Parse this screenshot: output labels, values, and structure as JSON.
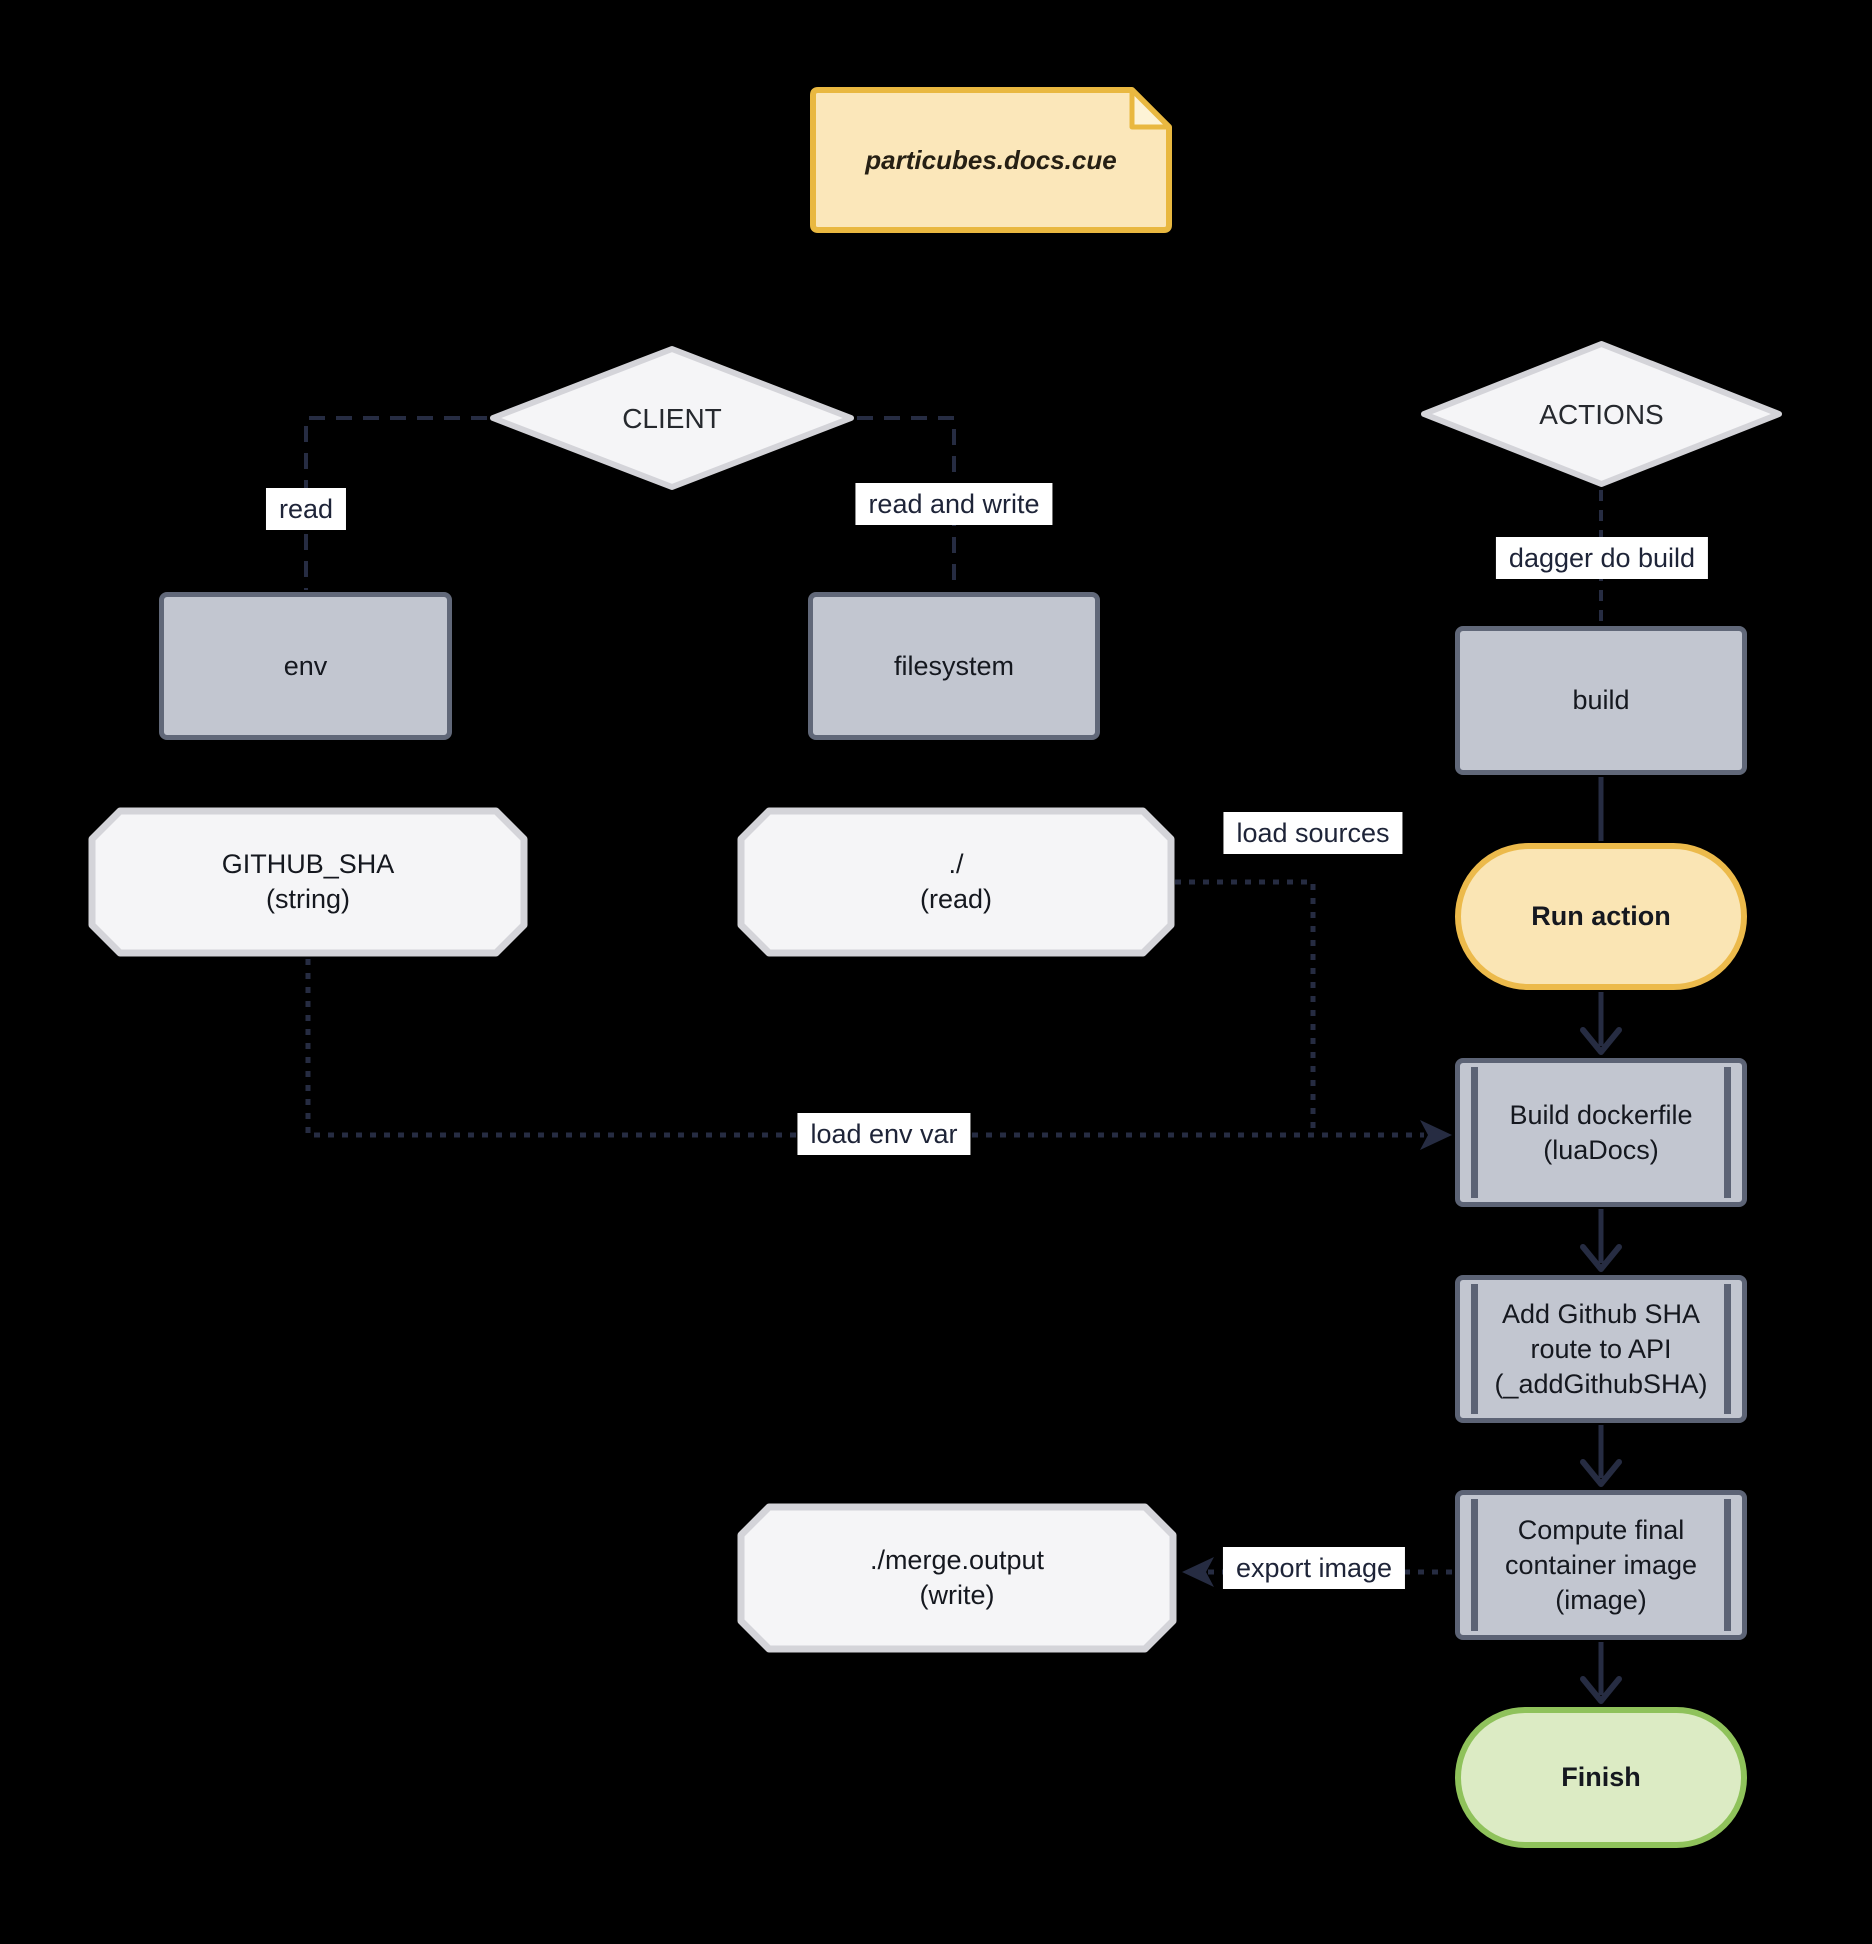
{
  "diagram": {
    "note": {
      "label": "particubes.docs.cue"
    },
    "groups": {
      "client": {
        "label": "CLIENT"
      },
      "actions": {
        "label": "ACTIONS"
      }
    },
    "nodes": {
      "env": {
        "label": "env"
      },
      "filesystem": {
        "label": "filesystem"
      },
      "build": {
        "label": "build"
      },
      "github_sha": {
        "label": "GITHUB_SHA\n(string)"
      },
      "dot_read": {
        "label": "./\n(read)"
      },
      "run_action": {
        "label": "Run action"
      },
      "build_dockerfile": {
        "label": "Build dockerfile\n(luaDocs)"
      },
      "add_github_sha": {
        "label": "Add Github SHA\nroute to API\n(_addGithubSHA)"
      },
      "compute_image": {
        "label": "Compute final\ncontainer image\n(image)"
      },
      "merge_output": {
        "label": "./merge.output\n(write)"
      },
      "finish": {
        "label": "Finish"
      }
    },
    "edge_labels": {
      "read": "read",
      "read_and_write": "read and write",
      "dagger_do_build": "dagger do build",
      "load_sources": "load sources",
      "load_env_var": "load env var",
      "export_image": "export image"
    },
    "colors": {
      "background": "#000000",
      "edge_line": "#262c42",
      "label_bg": "#ffffff",
      "label_text": "#1e2438",
      "gray_node_fill": "#c2c6d0",
      "gray_node_border": "#616879",
      "light_shape_fill": "#f5f5f7",
      "light_shape_border": "#d4d4d9",
      "note_fill": "#fbe7ba",
      "note_border": "#e9b840",
      "run_action_fill": "#fae5b4",
      "run_action_border": "#ecba4b",
      "finish_fill": "#dcebc4",
      "finish_border": "#8fc25b"
    }
  }
}
